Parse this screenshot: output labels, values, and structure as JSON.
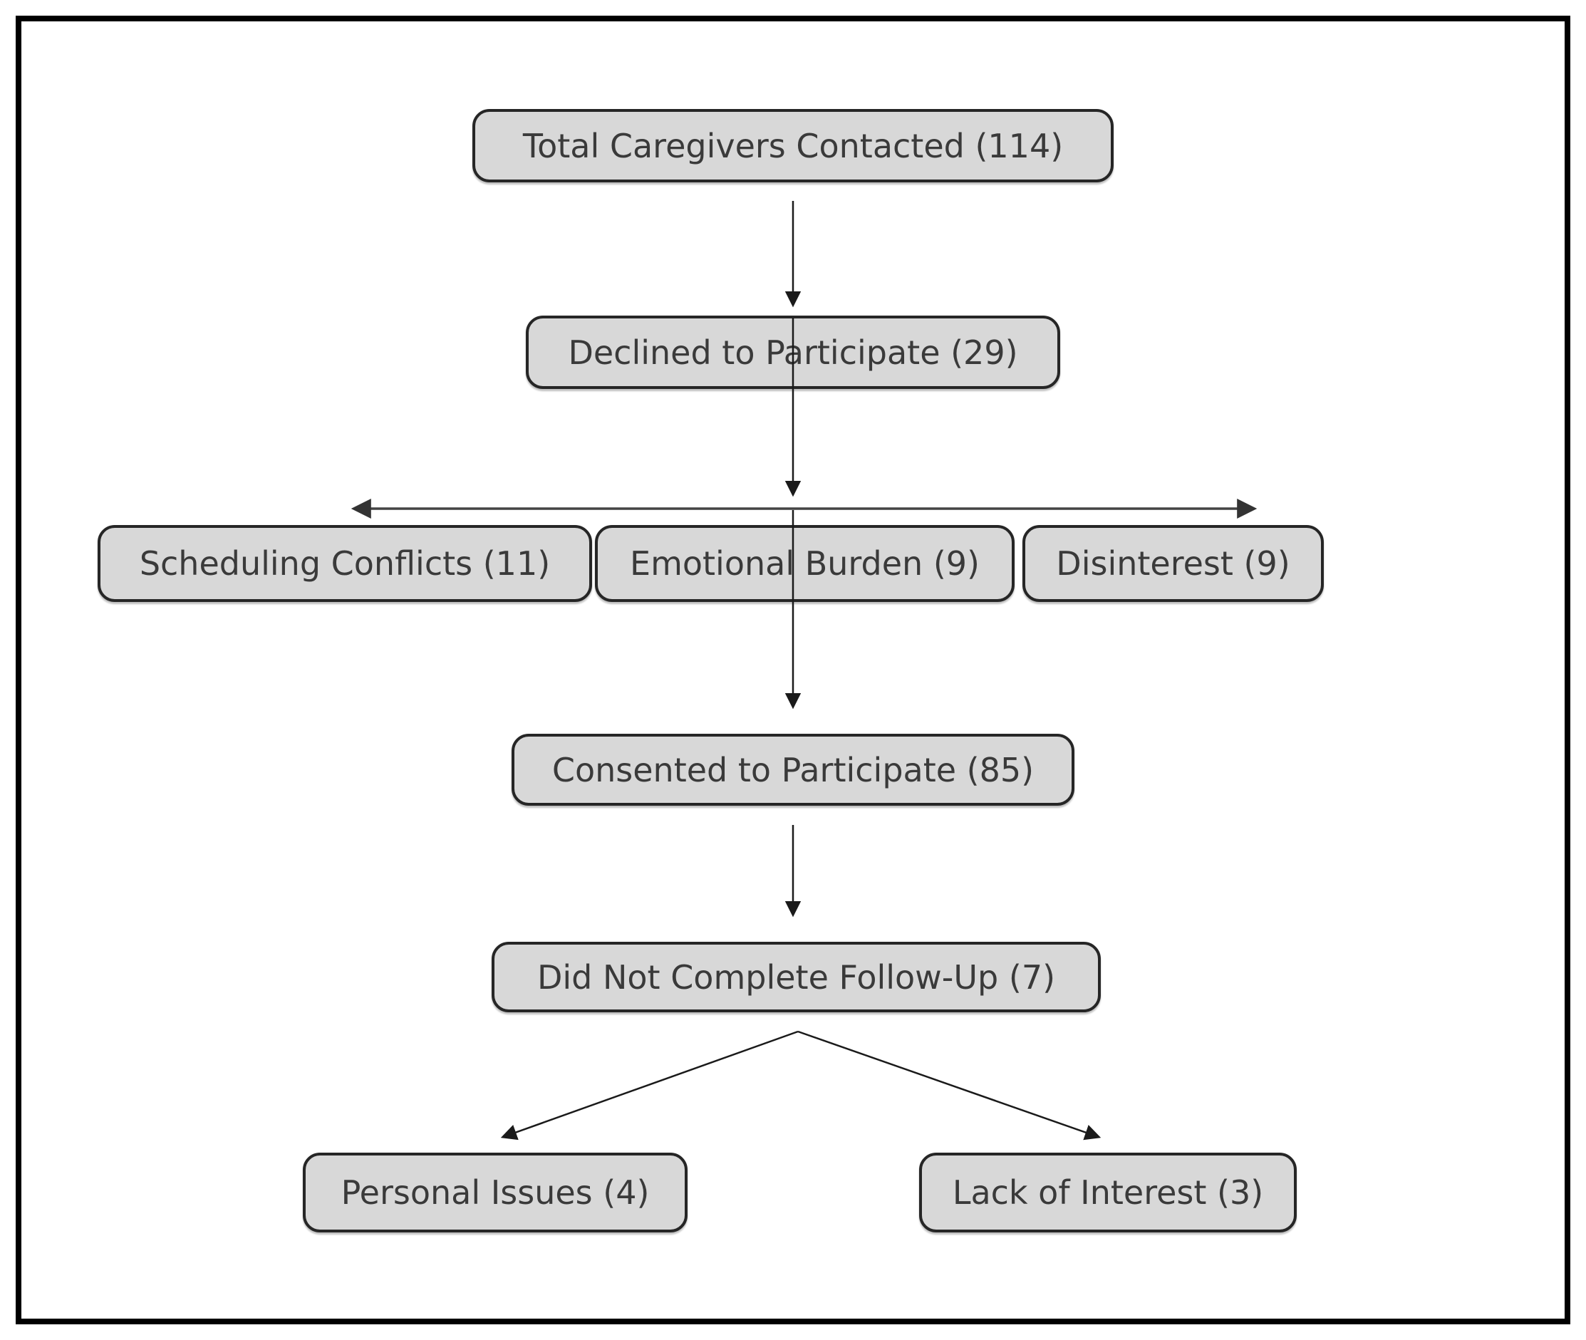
{
  "figure": {
    "type": "flowchart",
    "colors": {
      "background": "#ffffff",
      "frame": "#000000",
      "box_fill": "#d8d8d8",
      "box_border": "#262626",
      "text": "#3a3a3a",
      "arrow": "#1a1a1a",
      "span_arrow": "#444444"
    }
  },
  "nodes": [
    {
      "id": "total",
      "label": "Total Caregivers Contacted (114)"
    },
    {
      "id": "declined",
      "label": "Declined to Participate (29)"
    },
    {
      "id": "scheduling",
      "label": "Scheduling Conflicts (11)"
    },
    {
      "id": "emotional",
      "label": "Emotional Burden (9)"
    },
    {
      "id": "disinterest",
      "label": "Disinterest (9)"
    },
    {
      "id": "consented",
      "label": "Consented to Participate (85)"
    },
    {
      "id": "followup",
      "label": "Did Not Complete Follow-Up (7)"
    },
    {
      "id": "personal",
      "label": "Personal Issues (4)"
    },
    {
      "id": "lack",
      "label": "Lack of Interest (3)"
    }
  ],
  "edges": [
    {
      "from": "total",
      "to": "declined",
      "style": "single-arrow-down"
    },
    {
      "from": "declined",
      "to": "decline-reasons-row",
      "style": "single-arrow-down"
    },
    {
      "from": "decline-reasons-row",
      "to": "decline-reasons-row",
      "style": "double-headed-horizontal-span"
    },
    {
      "from": "declined",
      "to": "consented",
      "style": "single-arrow-down"
    },
    {
      "from": "consented",
      "to": "followup",
      "style": "single-arrow-down"
    },
    {
      "from": "followup",
      "to": "personal",
      "style": "diagonal-arrow"
    },
    {
      "from": "followup",
      "to": "lack",
      "style": "diagonal-arrow"
    }
  ]
}
